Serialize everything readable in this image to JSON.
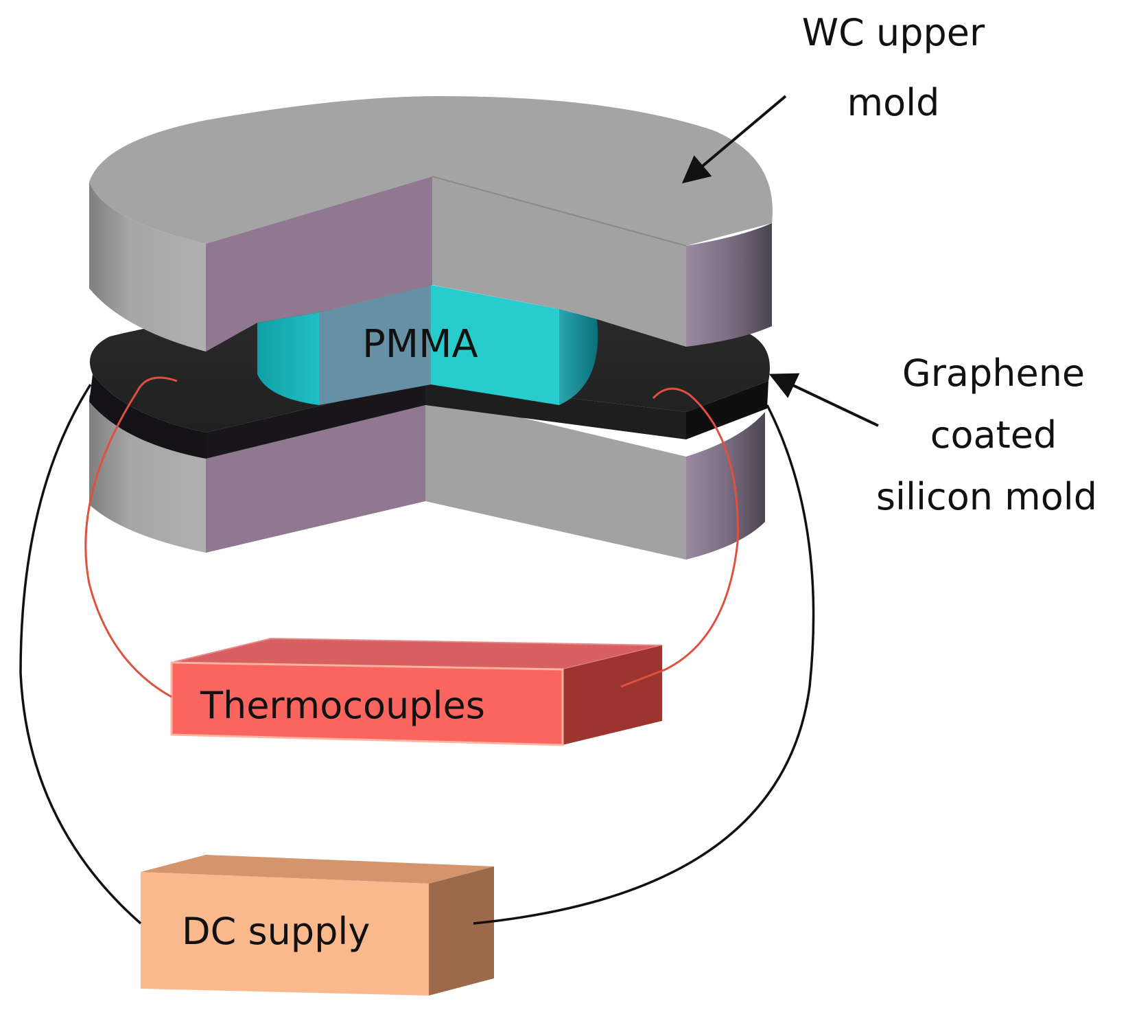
{
  "labels": {
    "upper_mold_line1": "WC upper",
    "upper_mold_line2": "mold",
    "pmma": "PMMA",
    "graphene_line1": "Graphene",
    "graphene_line2": "coated",
    "graphene_line3": "silicon mold",
    "thermocouples": "Thermocouples",
    "dc_supply": "DC supply"
  },
  "colors": {
    "mold_top": "#a4a4a4",
    "mold_cut_face": "#8f7890",
    "mold_edge_dark": "#5c5560",
    "silicon_mold": "#252525",
    "pmma_cyan": "#28cccc",
    "pmma_cut_face": "#6690a6",
    "thermocouple_box": "#f2625f",
    "thermocouple_wire": "#e0503f",
    "dc_supply_box": "#f9b98c",
    "dc_wire": "#111111"
  }
}
